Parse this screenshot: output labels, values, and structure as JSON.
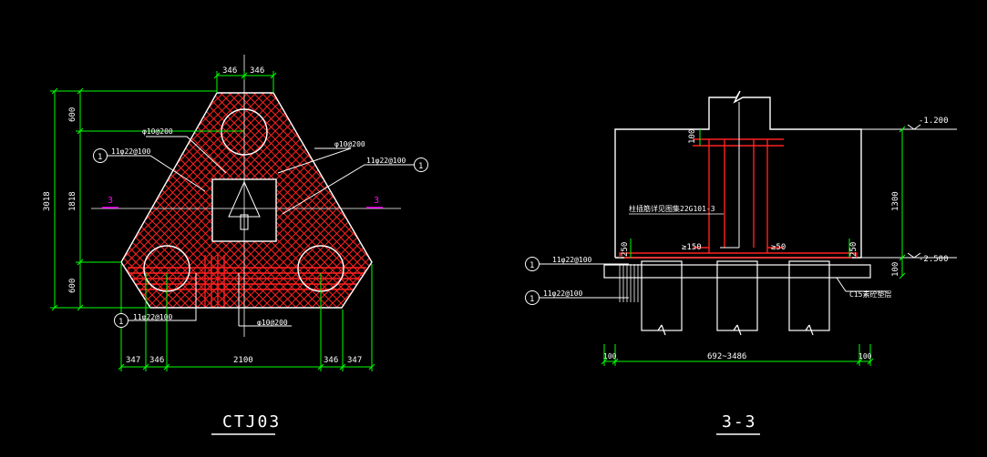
{
  "colors": {
    "background": "#000000",
    "outline": "#ffffff",
    "rebar": "#ff2020",
    "dimension": "#00ff00",
    "section_mark": "#ff00ff",
    "text": "#ffffff"
  },
  "plan": {
    "title": "CTJ03",
    "dim_top": [
      "346",
      "346"
    ],
    "dim_left_total": "3018",
    "dim_left": [
      "600",
      "1818",
      "600"
    ],
    "dim_bottom": [
      "347",
      "346",
      "2100",
      "346",
      "347"
    ],
    "rebar_labels": {
      "stirrup_upper_left": "φ10@200",
      "stirrup_upper_right": "φ10@200",
      "main_left": "11φ22@100",
      "main_right": "11φ22@100",
      "main_bottom": "11φ22@100",
      "stirrup_bottom": "φ10@200"
    },
    "callout_number": "1",
    "section_mark": "3"
  },
  "section": {
    "title": "3-3",
    "elev_top": "-1.200",
    "elev_bottom": "-2.500",
    "dim_right": [
      "1300",
      "100"
    ],
    "dim_left": [
      "100",
      "250"
    ],
    "dim_right_inner": "250",
    "cover_left": "≥150",
    "cover_right": "≥50",
    "note": "柱插筋详见图集22G101-3",
    "bottom_dims": [
      "100",
      "692~3486",
      "100"
    ],
    "rebar_labels": [
      "11φ22@100",
      "11φ22@100"
    ],
    "bedding": "C15素砼垫层",
    "callout_number": "1"
  }
}
